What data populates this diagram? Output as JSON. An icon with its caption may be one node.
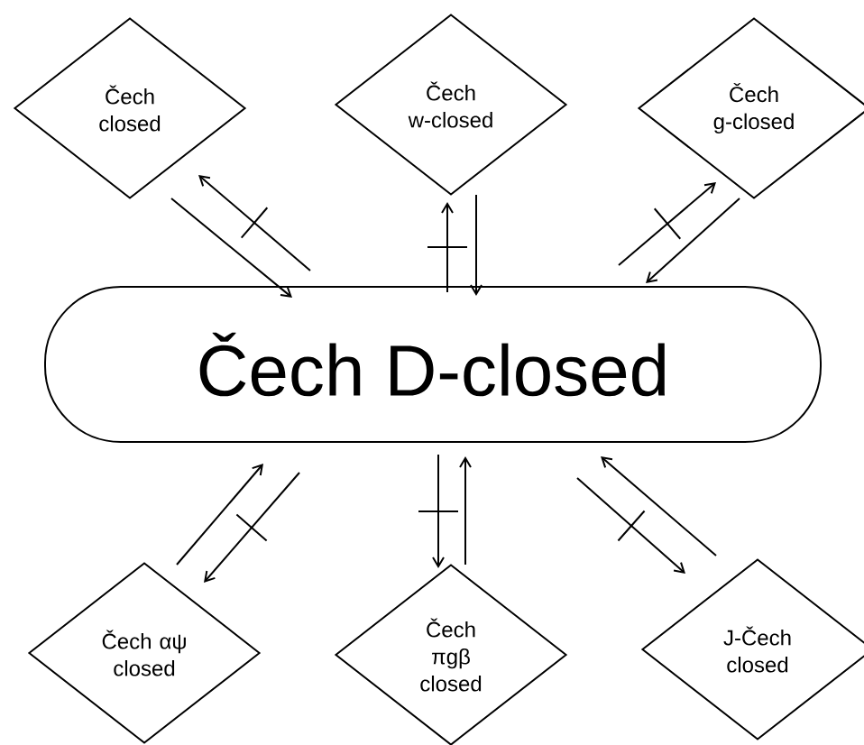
{
  "diagram": {
    "nodes": [
      {
        "text": [
          "Čech D-closed"
        ]
      },
      {
        "text": [
          "Čech closed"
        ]
      },
      {
        "text": [
          "Čech w-closed"
        ]
      },
      {
        "text": [
          "Čech g-closed"
        ]
      },
      {
        "text": [
          "Čech αψ closed"
        ]
      },
      {
        "text": [
          "Čech πgβ closed"
        ]
      },
      {
        "text": [
          "J-Čech closed"
        ]
      }
    ],
    "edges": [
      {
        "from": 1,
        "to": 0,
        "arrow": "to"
      },
      {
        "from": 0,
        "to": 1,
        "arrow": "to"
      },
      {
        "from": 0,
        "to": 2,
        "arrow": "to"
      },
      {
        "from": 2,
        "to": 0,
        "arrow": "to"
      },
      {
        "from": 0,
        "to": 3,
        "arrow": "to"
      },
      {
        "from": 3,
        "to": 0,
        "arrow": "to"
      },
      {
        "from": 4,
        "to": 0,
        "arrow": "to"
      },
      {
        "from": 0,
        "to": 4,
        "arrow": "to"
      },
      {
        "from": 0,
        "to": 5,
        "arrow": "to"
      },
      {
        "from": 5,
        "to": 0,
        "arrow": "to"
      },
      {
        "from": 0,
        "to": 6,
        "arrow": "to"
      },
      {
        "from": 6,
        "to": 0,
        "arrow": "to"
      }
    ]
  }
}
